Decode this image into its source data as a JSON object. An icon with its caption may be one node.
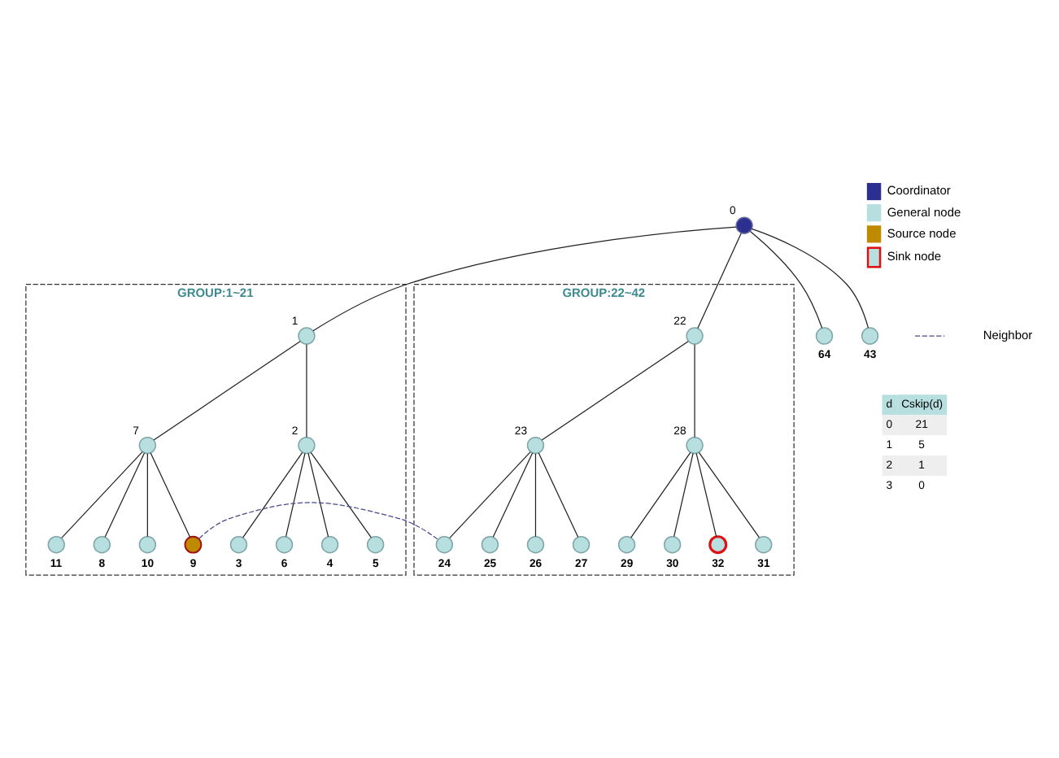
{
  "diagram": {
    "nodes": [
      {
        "text": [
          "GROUP:1~21"
        ]
      },
      {
        "text": [
          "GROUP:22~42"
        ]
      },
      {
        "text": [],
        "shape": "circle",
        "beside": [
          "64"
        ]
      },
      {
        "text": [],
        "shape": "circle",
        "beside": [
          "43"
        ]
      },
      {
        "text": [],
        "shape": "circle",
        "beside": [
          "0"
        ]
      },
      {
        "text": [],
        "shape": "circle",
        "beside": [
          "1"
        ],
        "in": 0
      },
      {
        "text": [],
        "shape": "circle",
        "beside": [
          "7"
        ],
        "in": 0
      },
      {
        "text": [],
        "shape": "circle",
        "beside": [
          "11"
        ],
        "in": 0
      },
      {
        "text": [],
        "shape": "circle",
        "beside": [
          "2"
        ],
        "in": 0
      },
      {
        "text": [],
        "shape": "circle",
        "beside": [
          "8"
        ],
        "in": 0
      },
      {
        "text": [],
        "shape": "circle",
        "beside": [
          "10"
        ],
        "in": 0
      },
      {
        "text": [],
        "shape": "circle",
        "beside": [
          "22"
        ],
        "in": 1
      },
      {
        "text": [],
        "shape": "circle",
        "beside": [
          "3"
        ],
        "in": 0
      },
      {
        "text": [],
        "shape": "circle",
        "beside": [
          "6"
        ],
        "in": 0
      },
      {
        "text": [],
        "shape": "circle",
        "beside": [
          "9"
        ],
        "in": 0
      },
      {
        "text": [],
        "shape": "circle",
        "beside": [
          "24"
        ],
        "in": 1
      },
      {
        "text": [],
        "shape": "circle",
        "beside": [
          "23"
        ],
        "in": 1
      },
      {
        "text": [],
        "shape": "circle",
        "beside": [
          "28"
        ],
        "in": 1
      },
      {
        "text": [],
        "shape": "circle",
        "beside": [
          "4"
        ],
        "in": 0
      },
      {
        "text": [],
        "shape": "circle",
        "beside": [
          "5"
        ],
        "in": 0
      },
      {
        "text": [],
        "shape": "circle",
        "beside": [
          "25"
        ],
        "in": 1
      },
      {
        "text": [],
        "shape": "circle",
        "beside": [
          "26"
        ],
        "in": 1
      },
      {
        "text": [],
        "shape": "circle",
        "beside": [
          "29"
        ],
        "in": 1
      },
      {
        "text": [],
        "shape": "circle",
        "beside": [
          "27"
        ],
        "in": 1
      },
      {
        "text": [],
        "shape": "circle",
        "beside": [
          "30"
        ],
        "in": 1
      },
      {
        "text": [],
        "shape": "circle",
        "beside": [
          "32"
        ],
        "in": 1
      },
      {
        "text": [],
        "shape": "circle",
        "beside": [
          "31"
        ],
        "in": 1
      }
    ],
    "edges": [
      {
        "from": 4,
        "to": 2,
        "arrow": "none"
      },
      {
        "from": 4,
        "to": 3,
        "arrow": "none"
      },
      {
        "from": 4,
        "to": 5,
        "arrow": "none"
      },
      {
        "from": 4,
        "to": 11,
        "arrow": "none"
      },
      {
        "from": 5,
        "to": 8,
        "arrow": "none"
      },
      {
        "from": 5,
        "to": 6,
        "arrow": "none"
      },
      {
        "from": 6,
        "to": 9,
        "arrow": "none"
      },
      {
        "from": 6,
        "to": 7,
        "arrow": "none"
      },
      {
        "from": 6,
        "to": 10,
        "arrow": "none"
      },
      {
        "from": 6,
        "to": 14,
        "arrow": "none"
      },
      {
        "from": 8,
        "to": 12,
        "arrow": "none"
      },
      {
        "from": 8,
        "to": 18,
        "arrow": "none"
      },
      {
        "from": 8,
        "to": 19,
        "arrow": "none"
      },
      {
        "from": 8,
        "to": 13,
        "arrow": "none"
      },
      {
        "from": 11,
        "to": 16,
        "arrow": "none"
      },
      {
        "from": 11,
        "to": 17,
        "arrow": "none"
      },
      {
        "from": 16,
        "to": 15,
        "arrow": "none"
      },
      {
        "from": 16,
        "to": 20,
        "arrow": "none"
      },
      {
        "from": 16,
        "to": 21,
        "arrow": "none"
      },
      {
        "from": 16,
        "to": 23,
        "arrow": "none"
      },
      {
        "from": 17,
        "to": 22,
        "arrow": "none"
      },
      {
        "from": 17,
        "to": 24,
        "arrow": "none"
      },
      {
        "from": 17,
        "to": 26,
        "arrow": "none"
      },
      {
        "from": 17,
        "to": 25,
        "arrow": "none"
      },
      {
        "from": 14,
        "to": 15,
        "arrow": "none",
        "style": "dashed",
        "color": "#4a4a8a"
      }
    ],
    "labels": [
      "d",
      "Cskip(d)",
      "0",
      "21",
      "1",
      "5",
      "2",
      "1",
      "3",
      "0"
    ],
    "legend": [
      {
        "text": "Coordinator",
        "color": "#2b2f8f"
      },
      {
        "text": "General node",
        "color": "#b7dfe0"
      },
      {
        "text": "Source node",
        "color": "#c08a00"
      },
      {
        "text": "Sink node"
      },
      {
        "text": "Neighbor"
      }
    ]
  }
}
